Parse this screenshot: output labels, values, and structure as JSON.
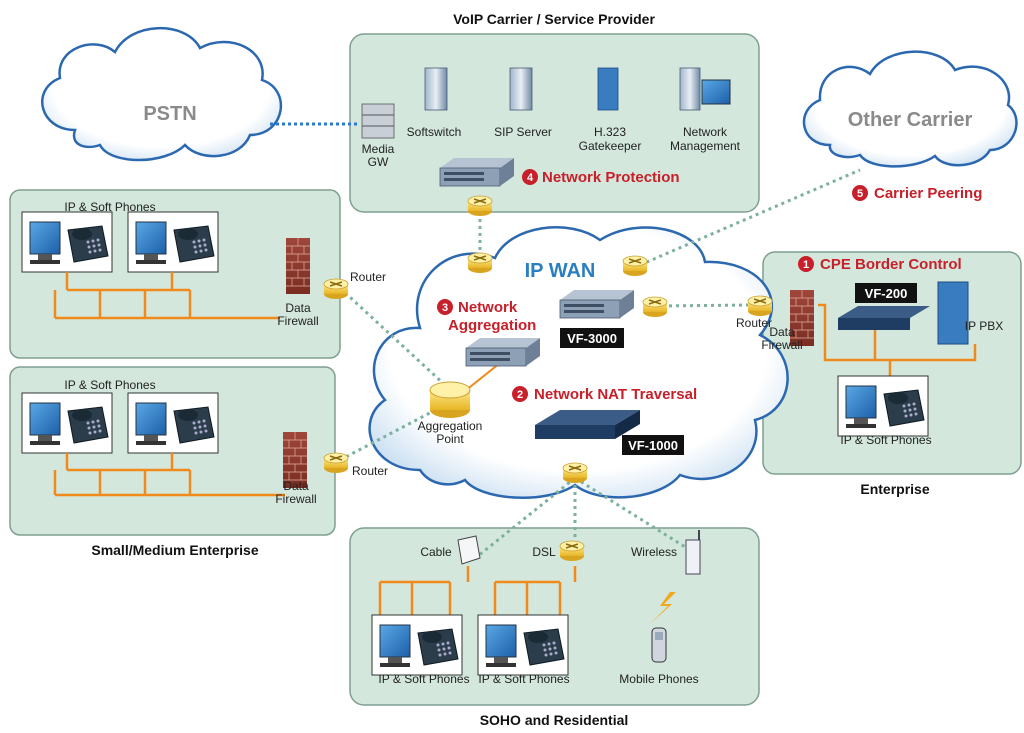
{
  "sections": {
    "voip_carrier": "VoIP Carrier / Service Provider",
    "sme": "Small/Medium Enterprise",
    "soho": "SOHO and Residential",
    "enterprise": "Enterprise"
  },
  "clouds": {
    "pstn": "PSTN",
    "other_carrier": "Other Carrier",
    "ip_wan": "IP WAN"
  },
  "carrier_devices": {
    "media_gw": [
      "Media",
      "GW"
    ],
    "softswitch": "Softswitch",
    "sip_server": "SIP Server",
    "h323": [
      "H.323",
      "Gatekeeper"
    ],
    "network_mgmt": [
      "Network",
      "Management"
    ]
  },
  "callouts": {
    "c1": {
      "num": "1",
      "label": "CPE Border Control"
    },
    "c2": {
      "num": "2",
      "label": "Network NAT Traversal"
    },
    "c3": {
      "num": "3",
      "label_line1": "Network",
      "label_line2": "Aggregation"
    },
    "c4": {
      "num": "4",
      "label": "Network Protection"
    },
    "c5": {
      "num": "5",
      "label": "Carrier Peering"
    }
  },
  "products": {
    "vf200": "VF-200",
    "vf3000": "VF-3000",
    "vf1000": "VF-1000"
  },
  "labels": {
    "phones": "IP & Soft  Phones",
    "router": "Router",
    "firewall": [
      "Data",
      "Firewall"
    ],
    "aggregation_point": [
      "Aggregation",
      "Point"
    ],
    "ip_pbx": "IP PBX",
    "cable": "Cable",
    "dsl": "DSL",
    "wireless": "Wireless",
    "mobile": "Mobile Phones"
  },
  "colors": {
    "panel": "#d3e7dd",
    "ethernet": "#f08a1c",
    "accent_red": "#c8202a",
    "wan_blue": "#2a7fc1",
    "link_dotted": "#7db0a0"
  }
}
